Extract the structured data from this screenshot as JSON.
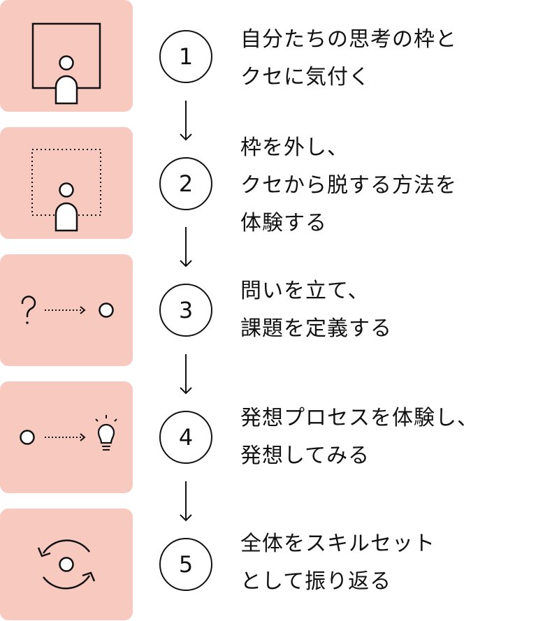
{
  "steps": [
    {
      "number": "1",
      "icon": "person-in-frame-icon",
      "lines": [
        "自分たちの思考の枠と",
        "クセに気付く"
      ]
    },
    {
      "number": "2",
      "icon": "person-in-dotted-frame-icon",
      "lines": [
        "枠を外し、",
        "クセから脱する方法を",
        "体験する"
      ]
    },
    {
      "number": "3",
      "icon": "question-to-dot-icon",
      "lines": [
        "問いを立て、",
        "課題を定義する"
      ]
    },
    {
      "number": "4",
      "icon": "dot-to-lightbulb-icon",
      "lines": [
        "発想プロセスを体験し、",
        "発想してみる"
      ]
    },
    {
      "number": "5",
      "icon": "cycle-icon",
      "lines": [
        "全体をスキルセット",
        "として振り返る"
      ]
    }
  ],
  "colors": {
    "tile": "#f7c9bf",
    "ink": "#111111"
  }
}
